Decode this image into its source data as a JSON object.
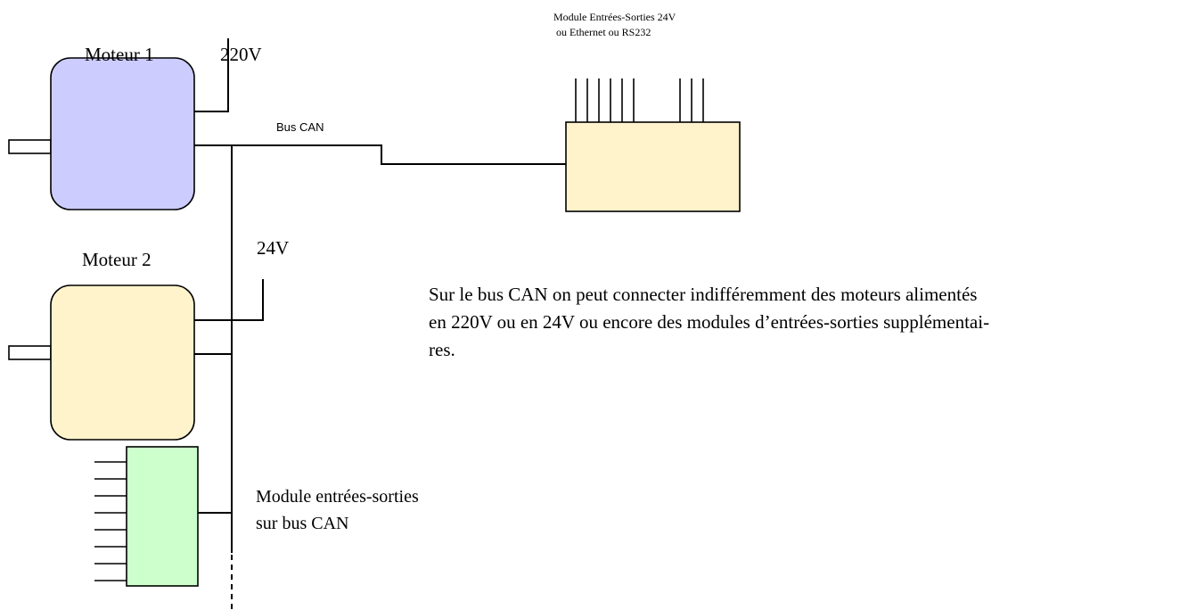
{
  "motor1": {
    "title": "Moteur 1",
    "voltage": "220V",
    "color": "#ccccff"
  },
  "motor2": {
    "title": "Moteur 2",
    "voltage": "24V",
    "color": "#fff3cc"
  },
  "bus": {
    "label": "Bus CAN"
  },
  "io_module_right": {
    "title_line1": "Module Entrées-Sorties 24V",
    "title_line2": "ou Ethernet ou RS232",
    "color": "#fff3cc"
  },
  "io_module_bus": {
    "label_line1": "Module entrées-sorties",
    "label_line2": "sur bus CAN",
    "color": "#ccffcc"
  },
  "description": {
    "line1": "Sur le bus CAN on peut connecter indifféremment des moteurs alimentés",
    "line2": "en 220V ou en 24V ou encore des modules d’entrées-sorties supplémentai-",
    "line3": "res."
  }
}
